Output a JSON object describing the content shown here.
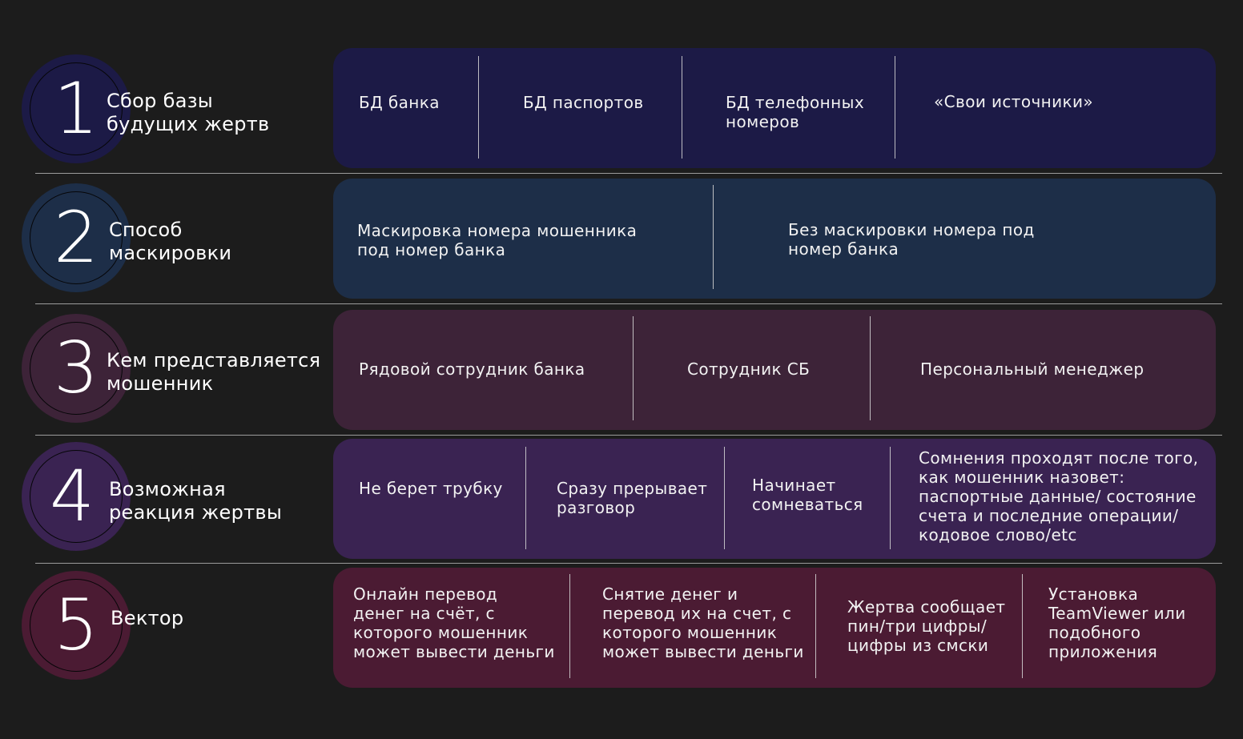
{
  "colors": {
    "background": "#1c1c1c",
    "row1": "#1c1a46",
    "row2": "#1d2e48",
    "row3": "#3d2338",
    "row4": "#3a2352",
    "row5": "#4b1b33"
  },
  "rows": [
    {
      "number": "1",
      "title": "Сбор базы\nбудущих жертв",
      "cells": [
        "БД банка",
        "БД паспортов",
        "БД телефонных\nномеров",
        "«Свои источники»"
      ]
    },
    {
      "number": "2",
      "title": "Способ\nмаскировки",
      "cells": [
        "Маскировка номера мошенника\nпод номер банка",
        "Без маскировки номера под\nномер банка"
      ]
    },
    {
      "number": "3",
      "title": "Кем представляется\nмошенник",
      "cells": [
        "Рядовой сотрудник банка",
        "Сотрудник СБ",
        "Персональный менеджер"
      ]
    },
    {
      "number": "4",
      "title": "Возможная\nреакция жертвы",
      "cells": [
        "Не берет трубку",
        "Сразу прерывает\nразговор",
        "Начинает\nсомневаться",
        "Сомнения проходят после того,\nкак мошенник назовет:\nпаспортные данные/ состояние\nсчета и последние операции/\nкодовое слово/etc"
      ]
    },
    {
      "number": "5",
      "title": "Вектор",
      "cells": [
        "Онлайн перевод\nденег на счёт, с\nкоторого мошенник\nможет вывести деньги",
        "Снятие денег и\nперевод их на счет, с\nкоторого мошенник\nможет вывести деньги",
        "Жертва сообщает\nпин/три цифры/\nцифры из смски",
        "Установка\nTeamViewer или\nподобного\nприложения"
      ]
    }
  ]
}
